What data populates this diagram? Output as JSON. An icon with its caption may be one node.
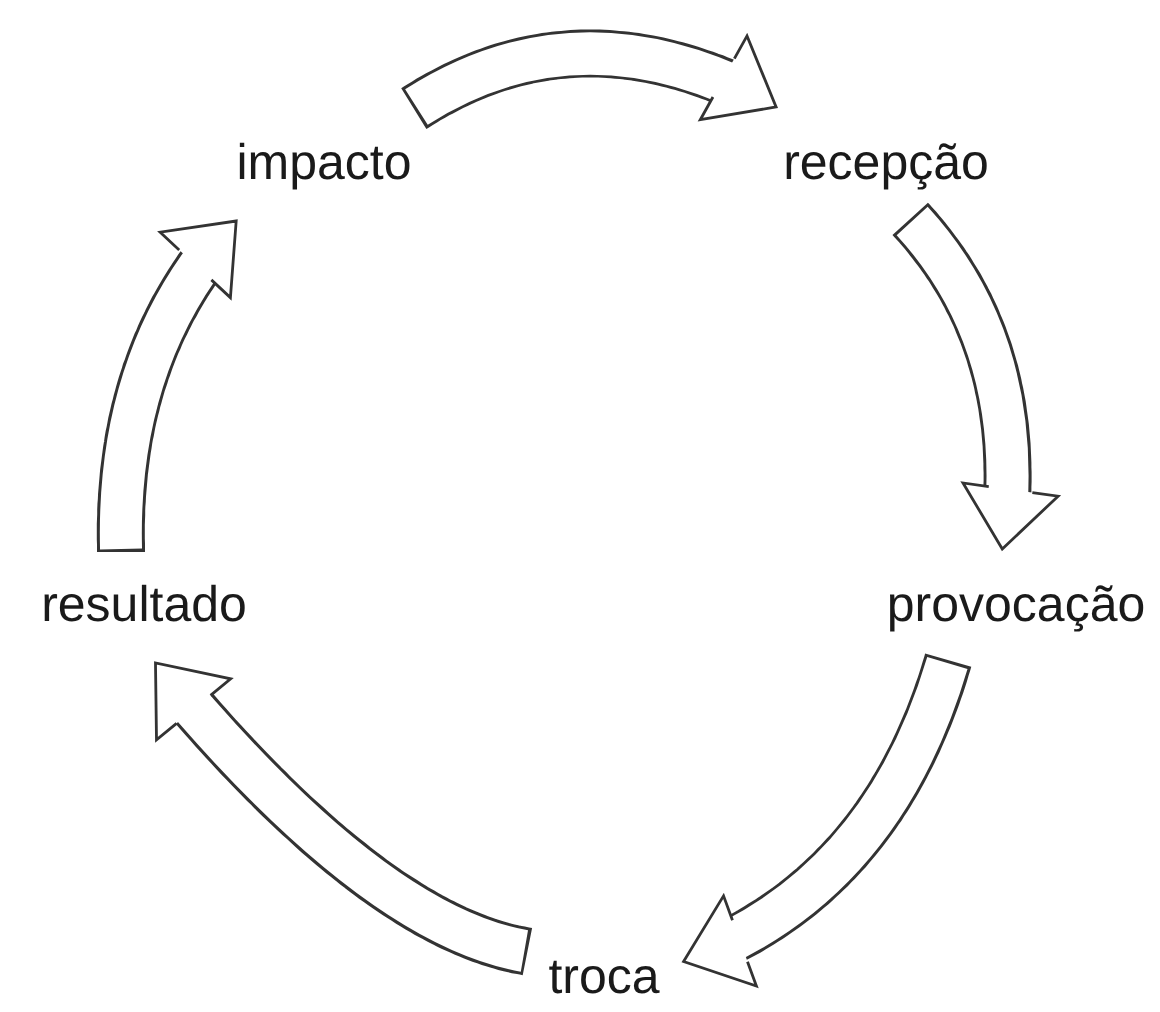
{
  "diagram": {
    "nodes": [
      {
        "text": [
          "impacto"
        ]
      },
      {
        "text": [
          "recepção"
        ]
      },
      {
        "text": [
          "provocação"
        ]
      },
      {
        "text": [
          "troca"
        ]
      },
      {
        "text": [
          "resultado"
        ]
      }
    ],
    "edges": [
      {
        "from": 0,
        "to": 1,
        "arrow": "to"
      },
      {
        "from": 1,
        "to": 2,
        "arrow": "to"
      },
      {
        "from": 2,
        "to": 3,
        "arrow": "to"
      },
      {
        "from": 3,
        "to": 4,
        "arrow": "to"
      },
      {
        "from": 4,
        "to": 0,
        "arrow": "to"
      }
    ]
  }
}
